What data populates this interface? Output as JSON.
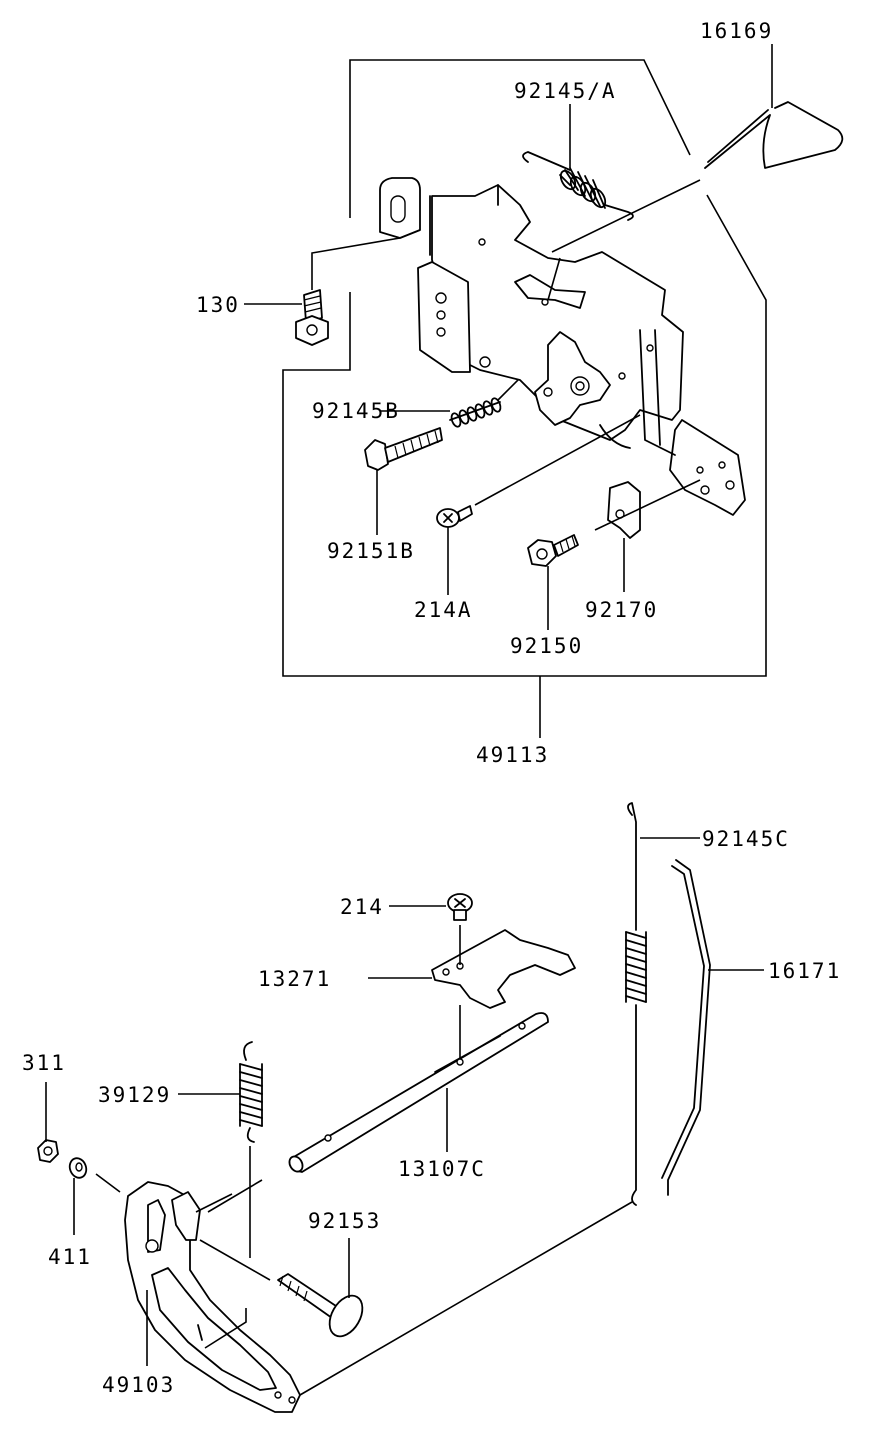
{
  "labels": {
    "p16169": "16169",
    "p92145a": "92145/A",
    "p130": "130",
    "p92145b": "92145B",
    "p92151b": "92151B",
    "p214a": "214A",
    "p92150": "92150",
    "p92170": "92170",
    "p49113": "49113",
    "p92145c": "92145C",
    "p214": "214",
    "p13271": "13271",
    "p16171": "16171",
    "p311": "311",
    "p39129": "39129",
    "p13107c": "13107C",
    "p411": "411",
    "p92153": "92153",
    "p49103": "49103"
  }
}
